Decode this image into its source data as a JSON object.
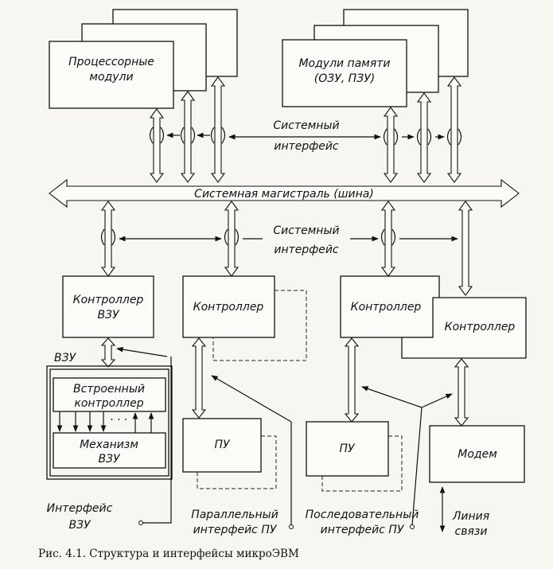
{
  "labels": {
    "proc_1": "Процессорные",
    "proc_2": "модули",
    "mem_1": "Модули памяти",
    "mem_2": "(ОЗУ, ПЗУ)",
    "sysif_top_1": "Системный",
    "sysif_top_2": "интерфейс",
    "bus": "Системная  магистраль (шина)",
    "sysif_bot_1": "Системный",
    "sysif_bot_2": "интерфейс",
    "ctrl_vzu_1": "Контроллер",
    "ctrl_vzu_2": "ВЗУ",
    "ctrl_2": "Контроллер",
    "ctrl_3": "Контроллер",
    "ctrl_4": "Контроллер",
    "vzu": "ВЗУ",
    "builtin_1": "Встроенный",
    "builtin_2": "контроллер",
    "mech_1": "Механизм",
    "mech_2": "ВЗУ",
    "pu_1": "ПУ",
    "pu_2": "ПУ",
    "modem": "Модем",
    "iface_vzu_1": "Интерфейс",
    "iface_vzu_2": "ВЗУ",
    "par_1": "Параллельный",
    "par_2": "интерфейс  ПУ",
    "ser_1": "Последовательный",
    "ser_2": "интерфейс  ПУ",
    "line_1": "Линия",
    "line_2": "связи"
  },
  "caption": "Рис. 4.1. Структура и интерфейсы микроЭВМ"
}
